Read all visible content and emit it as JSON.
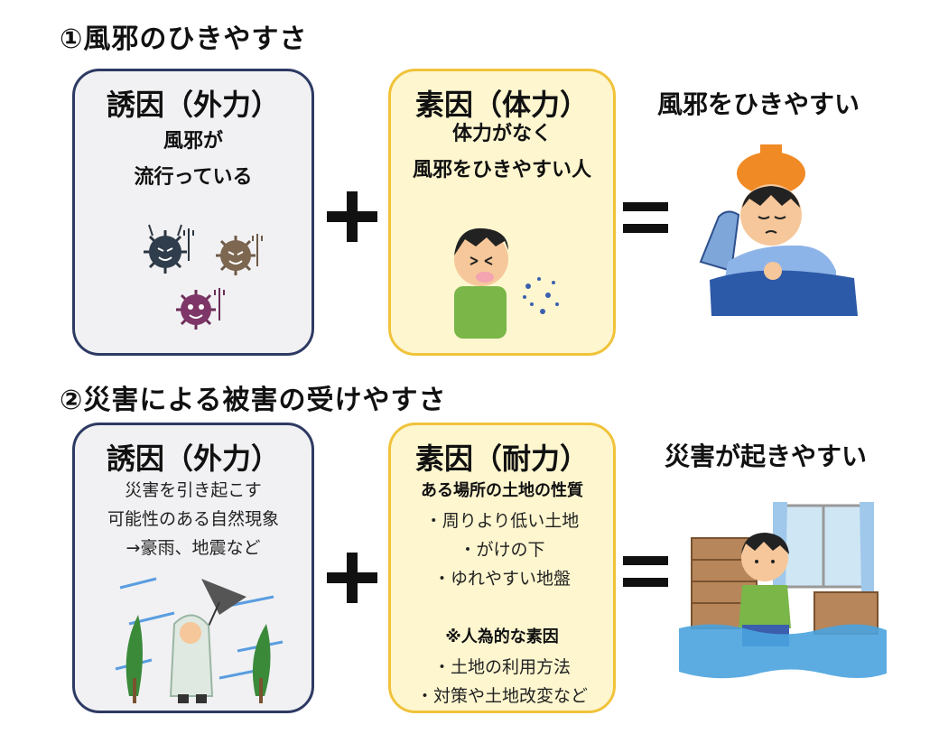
{
  "section1": {
    "heading": "①風邪のひきやすさ",
    "left_box": {
      "title": "誘因（外力）",
      "lines": [
        "風邪が",
        "流行っている"
      ]
    },
    "right_box": {
      "title": "素因（体力）",
      "lines": [
        "体力がなく",
        "風邪をひきやすい人"
      ]
    },
    "result": "風邪をひきやすい"
  },
  "section2": {
    "heading": "②災害による被害の受けやすさ",
    "left_box": {
      "title": "誘因（外力）",
      "lines": [
        "災害を引き起こす",
        "可能性のある自然現象",
        "→豪雨、地震など"
      ]
    },
    "right_box": {
      "title": "素因（耐力）",
      "subtitle": "ある場所の土地の性質",
      "items": [
        "・周りより低い土地",
        "・がけの下",
        "・ゆれやすい地盤"
      ],
      "subtitle2": "※人為的な素因",
      "items2": [
        "・土地の利用方法",
        "・対策や土地改変など"
      ]
    },
    "result": "災害が起きやすい"
  },
  "colors": {
    "gray_box_border": "#2d3a63",
    "yellow_box_border": "#f0c33a",
    "gray_box_fill": "#f1f1f3",
    "yellow_box_fill": "#fdf6cf"
  },
  "icons": [
    "virus-icon",
    "sneezing-boy-icon",
    "sick-in-bed-icon",
    "storm-person-icon",
    "flooded-room-icon"
  ]
}
